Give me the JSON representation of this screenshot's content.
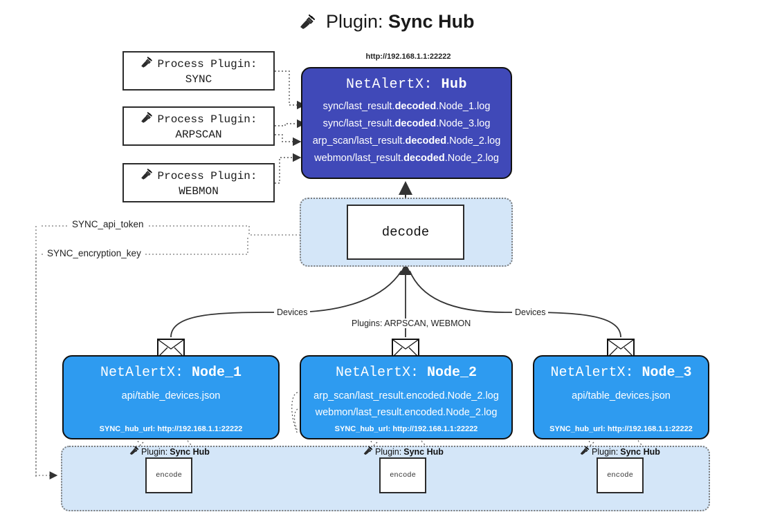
{
  "title": {
    "prefix": "Plugin:",
    "name": "Sync Hub",
    "icon": "plug-icon"
  },
  "colors": {
    "hub_bg": "#4049b8",
    "node_bg": "#2e9bf0",
    "container_bg": "#d4e6f8",
    "border": "#101010",
    "text_dark": "#1a1a1a"
  },
  "process_plugins": [
    {
      "line1": "Process Plugin:",
      "line2": "SYNC",
      "icon": "plug-icon"
    },
    {
      "line1": "Process Plugin:",
      "line2": "ARPSCAN",
      "icon": "plug-icon"
    },
    {
      "line1": "Process Plugin:",
      "line2": "WEBMON",
      "icon": "plug-icon"
    }
  ],
  "hub": {
    "url": "http://192.168.1.1:22222",
    "title_prefix": "NetAlertX:",
    "title_name": "Hub",
    "logs": [
      {
        "pre": "sync/last_result.",
        "bold": "decoded",
        "post": ".Node_1.log"
      },
      {
        "pre": "sync/last_result.",
        "bold": "decoded",
        "post": ".Node_3.log"
      },
      {
        "pre": "arp_scan/last_result.",
        "bold": "decoded",
        "post": ".Node_2.log"
      },
      {
        "pre": "webmon/last_result.",
        "bold": "decoded",
        "post": ".Node_2.log"
      }
    ]
  },
  "decode": {
    "label": "decode"
  },
  "keys": [
    {
      "label": "SYNC_api_token"
    },
    {
      "label": "SYNC_encryption_key"
    }
  ],
  "edge_labels": {
    "devices_left": "Devices",
    "devices_right": "Devices",
    "plugins_center": "Plugins: ARPSCAN, WEBMON"
  },
  "nodes": [
    {
      "title_prefix": "NetAlertX:",
      "title_name": "Node_1",
      "lines": [
        "api/table_devices.json"
      ],
      "footer": "SYNC_hub_url: http://192.168.1.1:22222",
      "icon": "envelope-icon"
    },
    {
      "title_prefix": "NetAlertX:",
      "title_name": "Node_2",
      "lines": [
        "arp_scan/last_result.encoded.Node_2.log",
        "webmon/last_result.encoded.Node_2.log"
      ],
      "footer": "SYNC_hub_url: http://192.168.1.1:22222",
      "icon": "envelope-icon"
    },
    {
      "title_prefix": "NetAlertX:",
      "title_name": "Node_3",
      "lines": [
        "api/table_devices.json"
      ],
      "footer": "SYNC_hub_url: http://192.168.1.1:22222",
      "icon": "envelope-icon"
    }
  ],
  "bottom_plugins": [
    {
      "caption_prefix": "Plugin:",
      "caption_name": "Sync Hub",
      "box": "encode",
      "icon": "plug-icon"
    },
    {
      "caption_prefix": "Plugin:",
      "caption_name": "Sync Hub",
      "box": "encode",
      "icon": "plug-icon"
    },
    {
      "caption_prefix": "Plugin:",
      "caption_name": "Sync Hub",
      "box": "encode",
      "icon": "plug-icon"
    }
  ]
}
